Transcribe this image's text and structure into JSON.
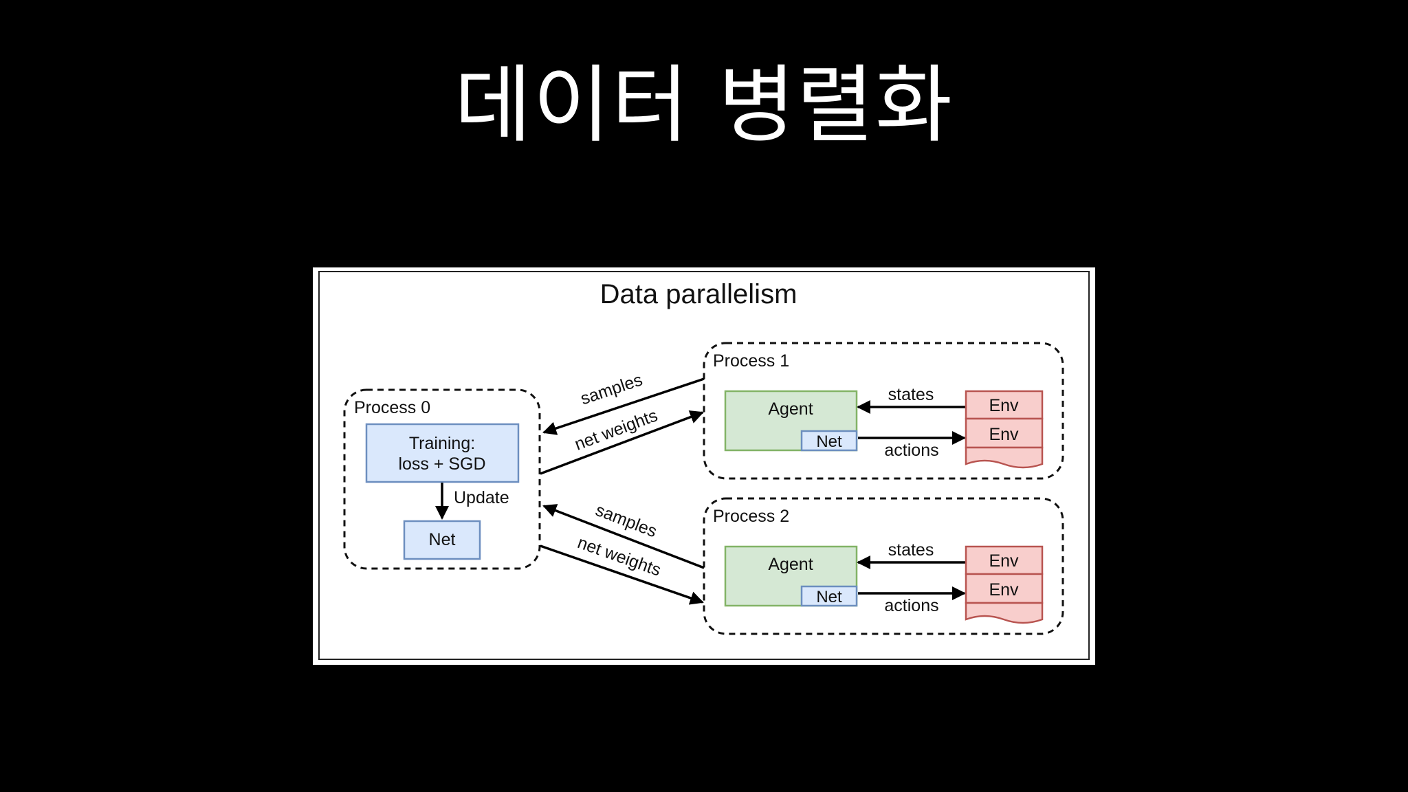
{
  "slide": {
    "title": "데이터 병렬화"
  },
  "diagram": {
    "title": "Data parallelism",
    "process0": {
      "label": "Process 0",
      "training_line1": "Training:",
      "training_line2": "loss + SGD",
      "update_label": "Update",
      "net_label": "Net"
    },
    "process1": {
      "label": "Process 1",
      "agent_label": "Agent",
      "net_label": "Net",
      "states_label": "states",
      "actions_label": "actions",
      "env_labels": [
        "Env",
        "Env"
      ]
    },
    "process2": {
      "label": "Process 2",
      "agent_label": "Agent",
      "net_label": "Net",
      "states_label": "states",
      "actions_label": "actions",
      "env_labels": [
        "Env",
        "Env"
      ]
    },
    "links": {
      "p1_samples": "samples",
      "p1_net_weights": "net weights",
      "p2_samples": "samples",
      "p2_net_weights": "net weights"
    },
    "colors": {
      "training_fill": "#dae8fc",
      "training_stroke": "#6c8ebf",
      "agent_fill": "#d5e8d4",
      "agent_stroke": "#82b366",
      "env_fill": "#f8cecc",
      "env_stroke": "#b85450"
    }
  }
}
